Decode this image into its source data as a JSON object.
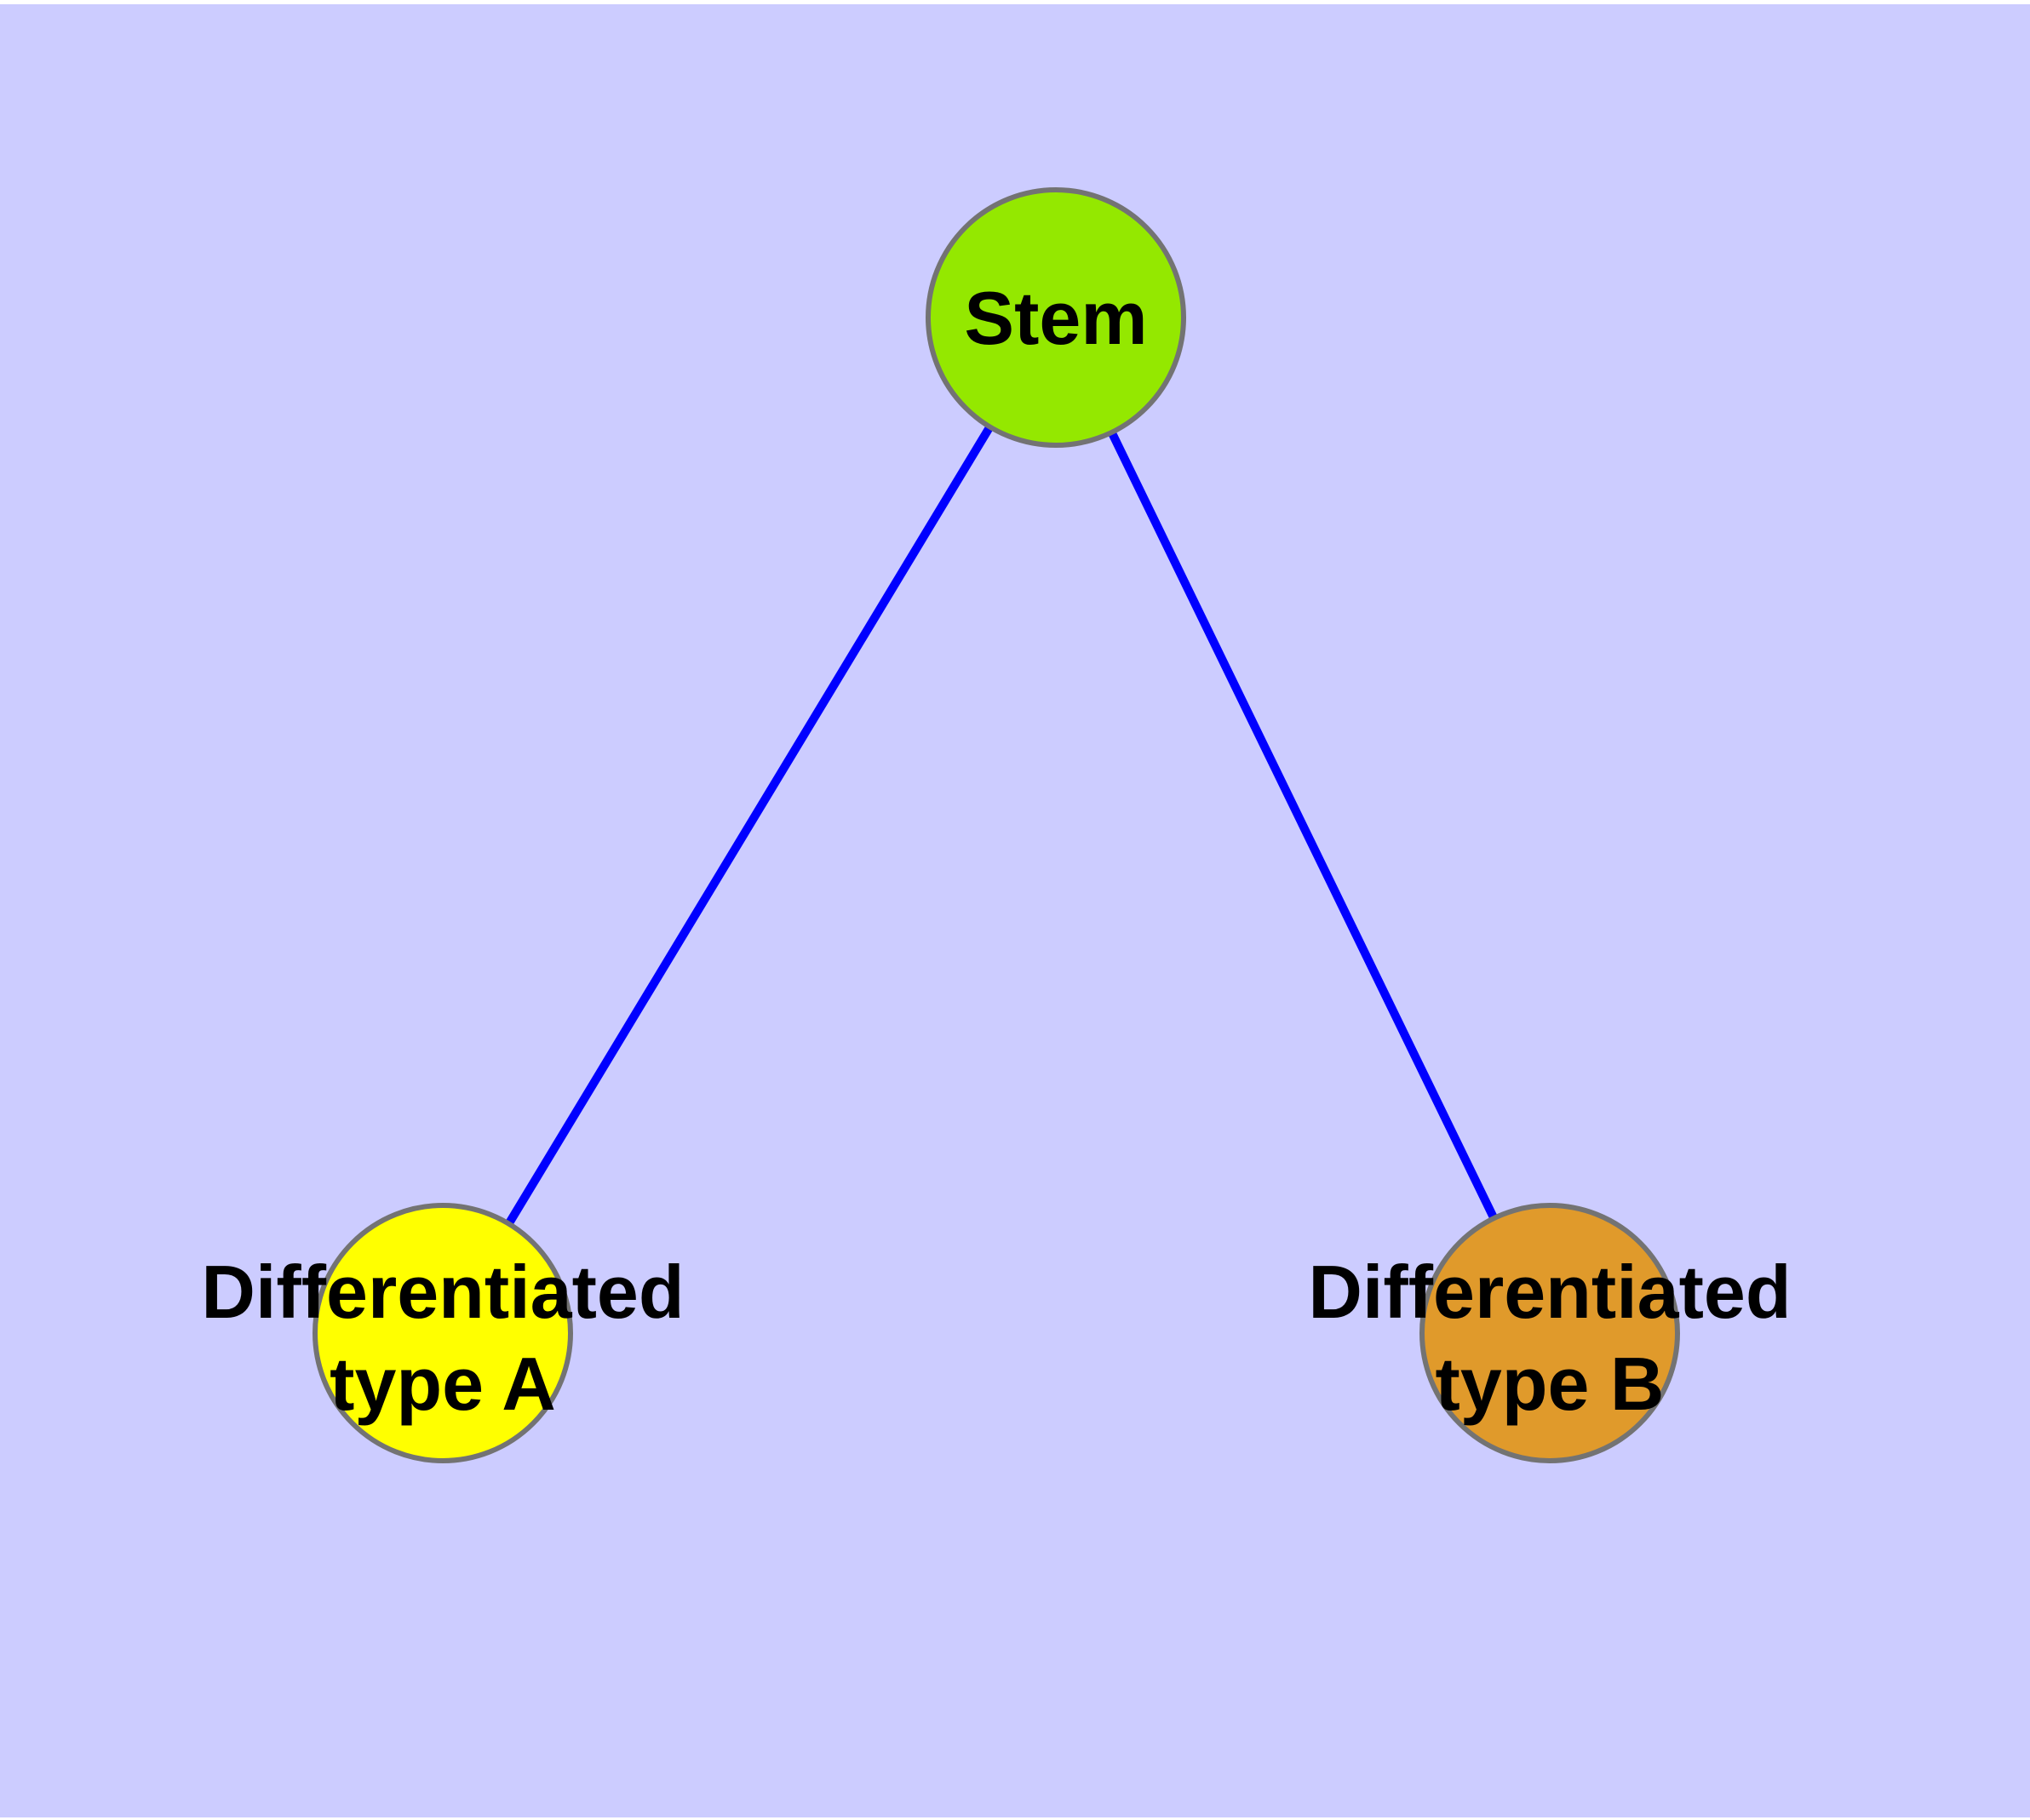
{
  "diagram": {
    "type": "node-link-graph",
    "background_color": "#CCCCFF",
    "frame_strip_color": "#FFFFFF",
    "edge_color": "#0000FF",
    "node_border_color": "#737373",
    "label_color": "#000000",
    "nodes": [
      {
        "id": "stem",
        "label": "Stem",
        "fill": "#94E800"
      },
      {
        "id": "differentiated-type-a",
        "label_lines": [
          "Differentiated",
          "type A"
        ],
        "fill": "#FFFF00"
      },
      {
        "id": "differentiated-type-b",
        "label_lines": [
          "Differentiated",
          "type B"
        ],
        "fill": "#E09A2B"
      }
    ],
    "edges": [
      {
        "from": "Stem",
        "to": "Differentiated type A"
      },
      {
        "from": "Stem",
        "to": "Differentiated type B"
      }
    ]
  }
}
